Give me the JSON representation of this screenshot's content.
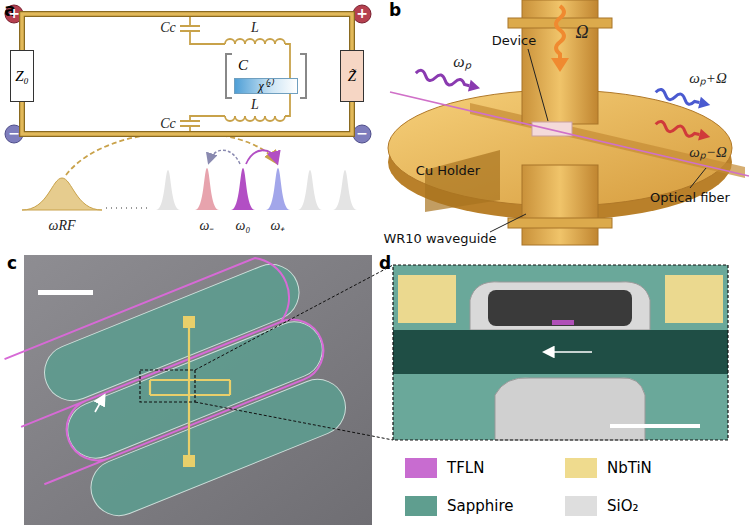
{
  "diagram": {
    "nodes": [
      {
        "text": [
          "Z₀"
        ]
      },
      {
        "text": [
          "C",
          "χ⁽²⁾"
        ]
      },
      {
        "text": [
          "Z̃"
        ]
      }
    ],
    "edges": [
      {
        "from": 0,
        "to": 2,
        "arrow": "none"
      },
      {
        "from": 0,
        "to": 2,
        "arrow": "none"
      }
    ],
    "labels": [
      "a",
      "+",
      "+",
      "−",
      "−",
      "Cc",
      "L",
      "Cc",
      "L",
      "ωRF",
      "ω₋",
      "ω₀",
      "ω₊",
      "b",
      "Ω",
      "ωₚ",
      "Device",
      "ωₚ+Ω",
      "ωₚ−Ω",
      "Cu Holder",
      "Optical fiber",
      "WR10 waveguide",
      "c",
      "d"
    ],
    "legend": [
      {
        "text": "TFLN",
        "color": "#c86cd0"
      },
      {
        "text": "NbTiN",
        "color": "#efdb8e"
      },
      {
        "text": "Sapphire",
        "color": "#5f9e8f"
      },
      {
        "text": "SiO₂",
        "color": "#dedede"
      }
    ]
  }
}
